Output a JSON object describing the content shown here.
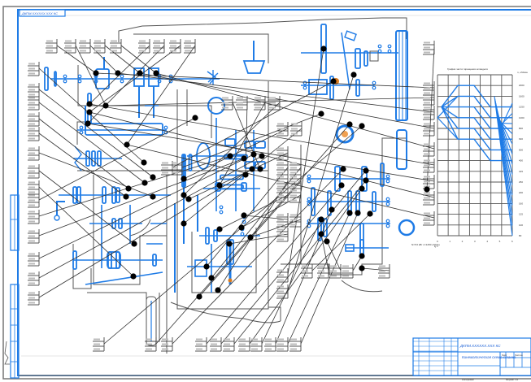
{
  "drawing": {
    "type": "kinematic-scheme",
    "corner_stamp_label": "ДКПМ.XXXXXX.XXX КС",
    "graph_title": "График частот вращения шпинделя",
    "graph_unit": "n, об/мин",
    "graph_x_label": "lg n",
    "graph_speed_labels": [
      "2000",
      "1600",
      "1250",
      "1000",
      "800",
      "630",
      "500",
      "400",
      "315",
      "250",
      "200",
      "160",
      "125",
      "100",
      "80",
      "63",
      "50",
      "40"
    ],
    "graph_x_ticks": [
      "0",
      "1",
      "2",
      "3",
      "4",
      "5",
      "6"
    ],
    "motor_note": "N=5,5 кВт\nn=1450 об/мин",
    "title_block": {
      "document_code": "ДКПМ.XXXXXX.XXX КС",
      "drawing_name": "Кинематическая схема станка",
      "sheet_label": "Лист",
      "sheets_label": "Листов",
      "format_label": "Формат A1",
      "copied_label": "Копировал"
    },
    "colors": {
      "mechanism": "#1e7be6",
      "leader": "#333333",
      "frame_blue": "#1e7be6",
      "frame_gray": "#777777",
      "bullet": "#000000",
      "accent": "#d97a1e"
    }
  }
}
